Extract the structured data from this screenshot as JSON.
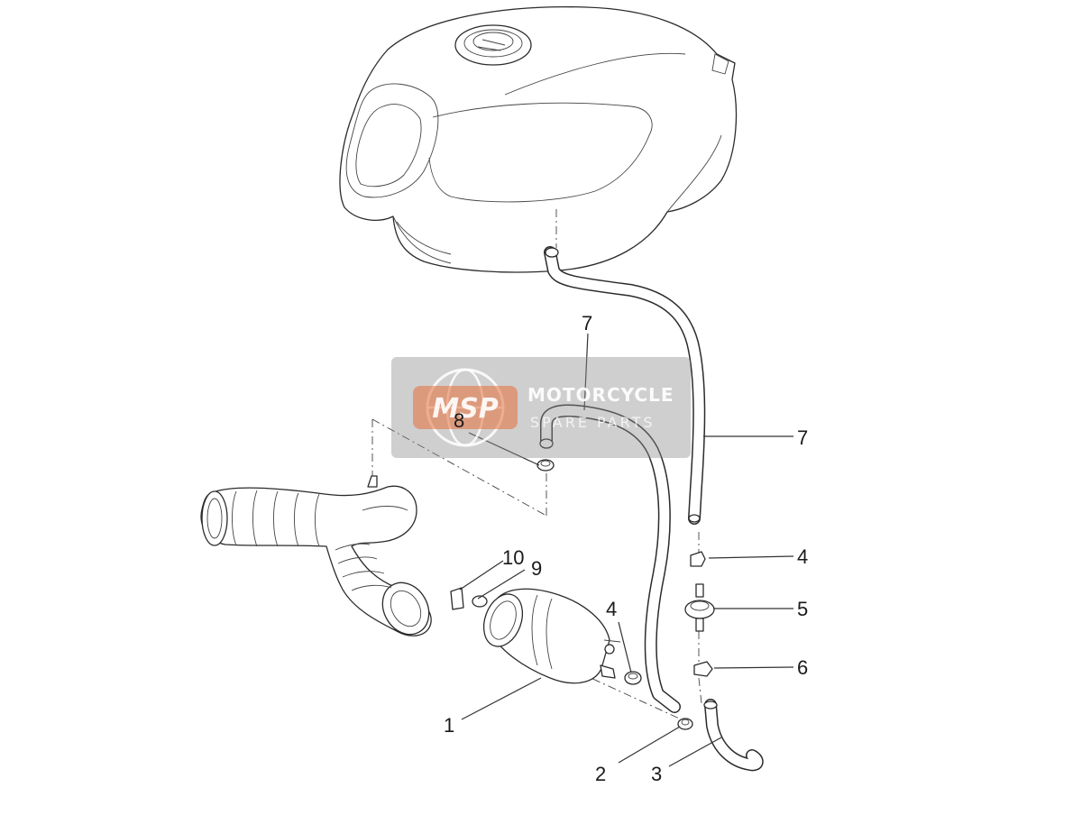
{
  "watermark": {
    "logo_text": "MSP",
    "brand_line1": "MOTORCYCLE",
    "brand_line2": "SPARE PARTS",
    "box_color": "#8c8c8c",
    "logo_color": "#e8703a"
  },
  "callouts": [
    {
      "id": "c1",
      "label": "1"
    },
    {
      "id": "c2",
      "label": "2"
    },
    {
      "id": "c3",
      "label": "3"
    },
    {
      "id": "c4a",
      "label": "4"
    },
    {
      "id": "c4b",
      "label": "4"
    },
    {
      "id": "c5",
      "label": "5"
    },
    {
      "id": "c6",
      "label": "6"
    },
    {
      "id": "c7a",
      "label": "7"
    },
    {
      "id": "c7b",
      "label": "7"
    },
    {
      "id": "c8",
      "label": "8"
    },
    {
      "id": "c9",
      "label": "9"
    },
    {
      "id": "c10",
      "label": "10"
    }
  ]
}
